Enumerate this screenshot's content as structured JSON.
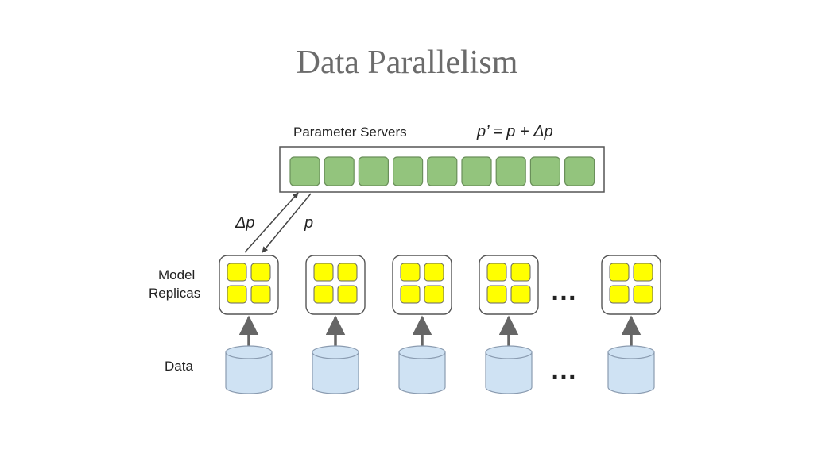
{
  "slide": {
    "title": "Data Parallelism"
  },
  "diagram": {
    "parameter_servers_label": "Parameter Servers",
    "update_formula": "p’ = p + Δp",
    "push_label": "Δp",
    "pull_label": "p",
    "model_replicas_label": "Model\nReplicas",
    "data_label": "Data",
    "ellipsis": "…",
    "parameter_shard_count": 9,
    "replica_count": 5,
    "colors": {
      "shard_fill": "#93c47d",
      "shard_stroke": "#6a8f5a",
      "cell_fill": "#ffff00",
      "cell_stroke": "#666666",
      "cylinder_fill": "#cfe2f3",
      "cylinder_stroke": "#8a9bb0",
      "arrow": "#666666"
    }
  }
}
